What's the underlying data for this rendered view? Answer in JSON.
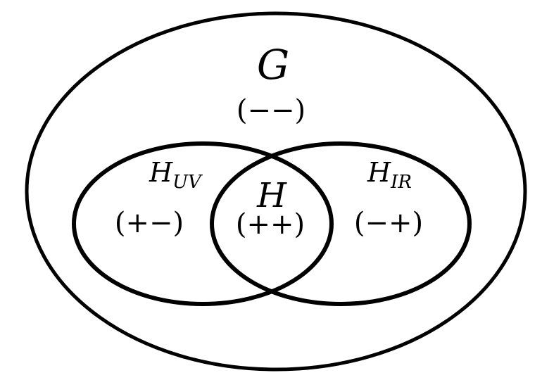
{
  "diagram": {
    "sets": {
      "G": {
        "label": "G",
        "sign": "(−−)"
      },
      "H_UV": {
        "label": "H",
        "subscript": "UV",
        "sign": "(+−)"
      },
      "H": {
        "label": "H",
        "sign": "(++)"
      },
      "H_IR": {
        "label": "H",
        "subscript": "IR",
        "sign": "(−+)"
      }
    },
    "colors": {
      "stroke": "#000000",
      "background": "#ffffff"
    }
  }
}
